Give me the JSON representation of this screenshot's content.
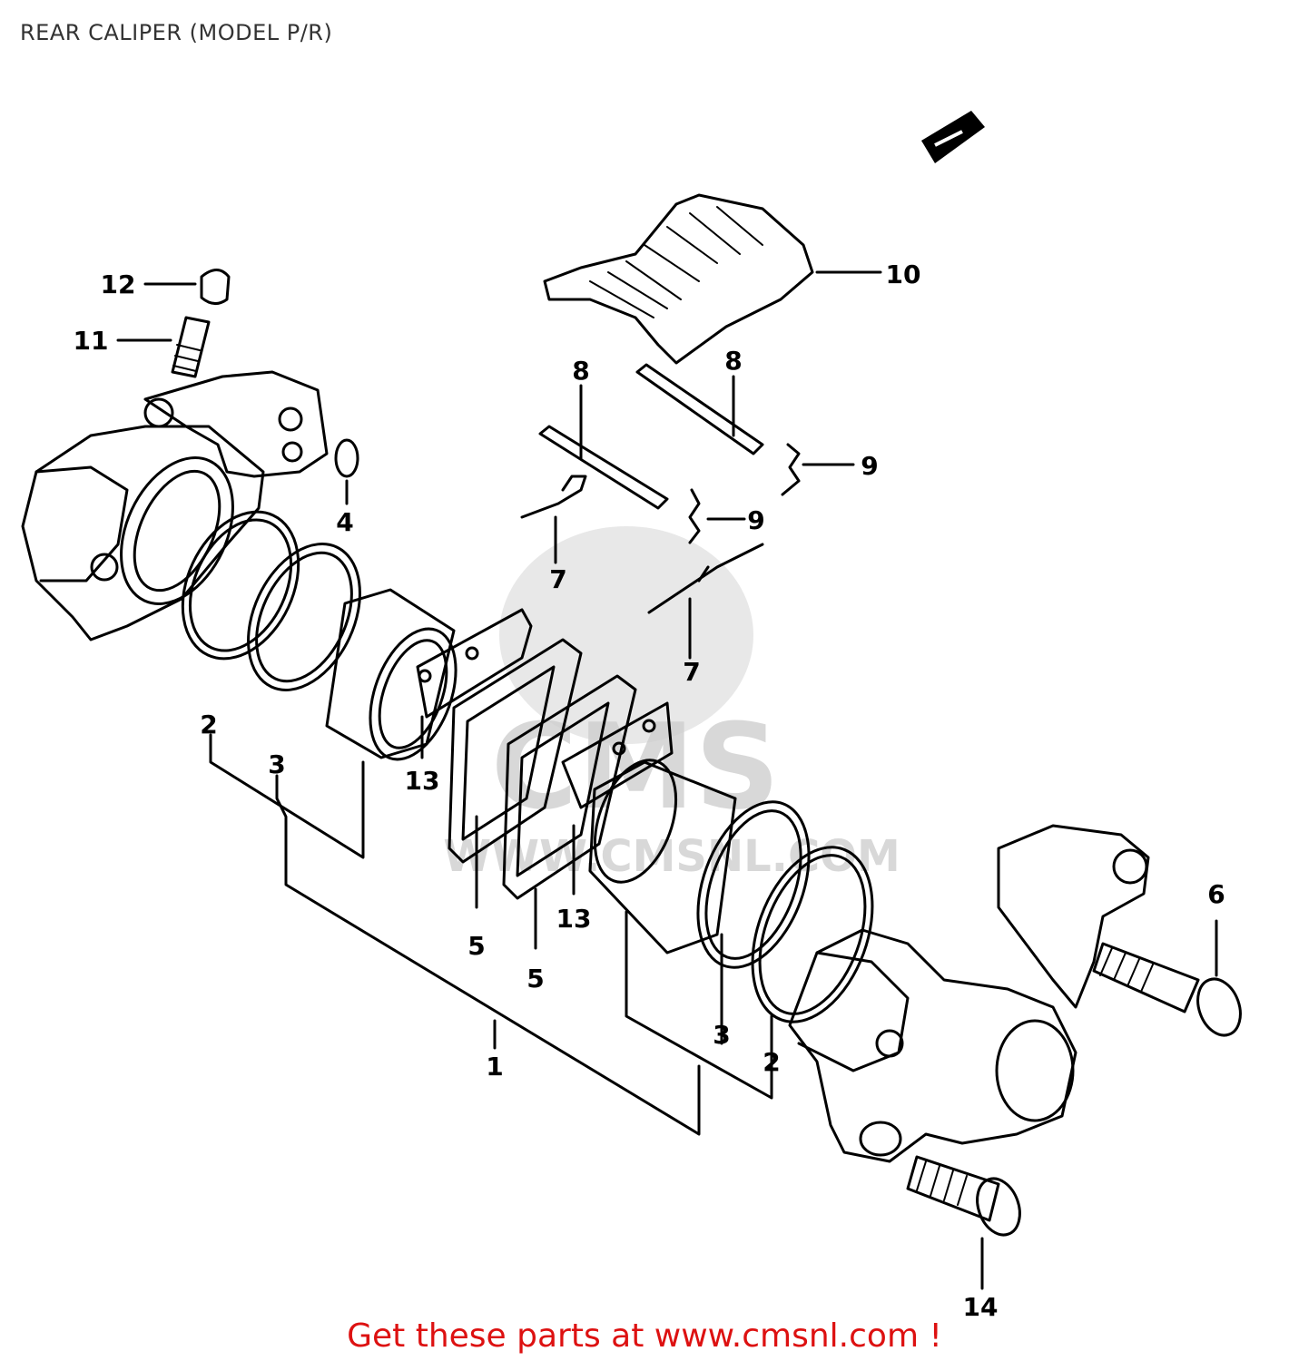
{
  "title": "REAR CALIPER (MODEL P/R)",
  "footer": "Get these parts at www.cmsnl.com !",
  "watermark": {
    "text": "CMS",
    "url": "WWW.CMSNL.COM"
  },
  "callouts": {
    "c1": "1",
    "c2a": "2",
    "c2b": "2",
    "c3a": "3",
    "c3b": "3",
    "c4": "4",
    "c5a": "5",
    "c5b": "5",
    "c6": "6",
    "c7a": "7",
    "c7b": "7",
    "c8a": "8",
    "c8b": "8",
    "c9a": "9",
    "c9b": "9",
    "c10": "10",
    "c11": "11",
    "c12": "12",
    "c13a": "13",
    "c13b": "13",
    "c14": "14"
  },
  "colors": {
    "line": "#000000",
    "footer": "#dd1111",
    "watermark": "#d6d6d6"
  }
}
